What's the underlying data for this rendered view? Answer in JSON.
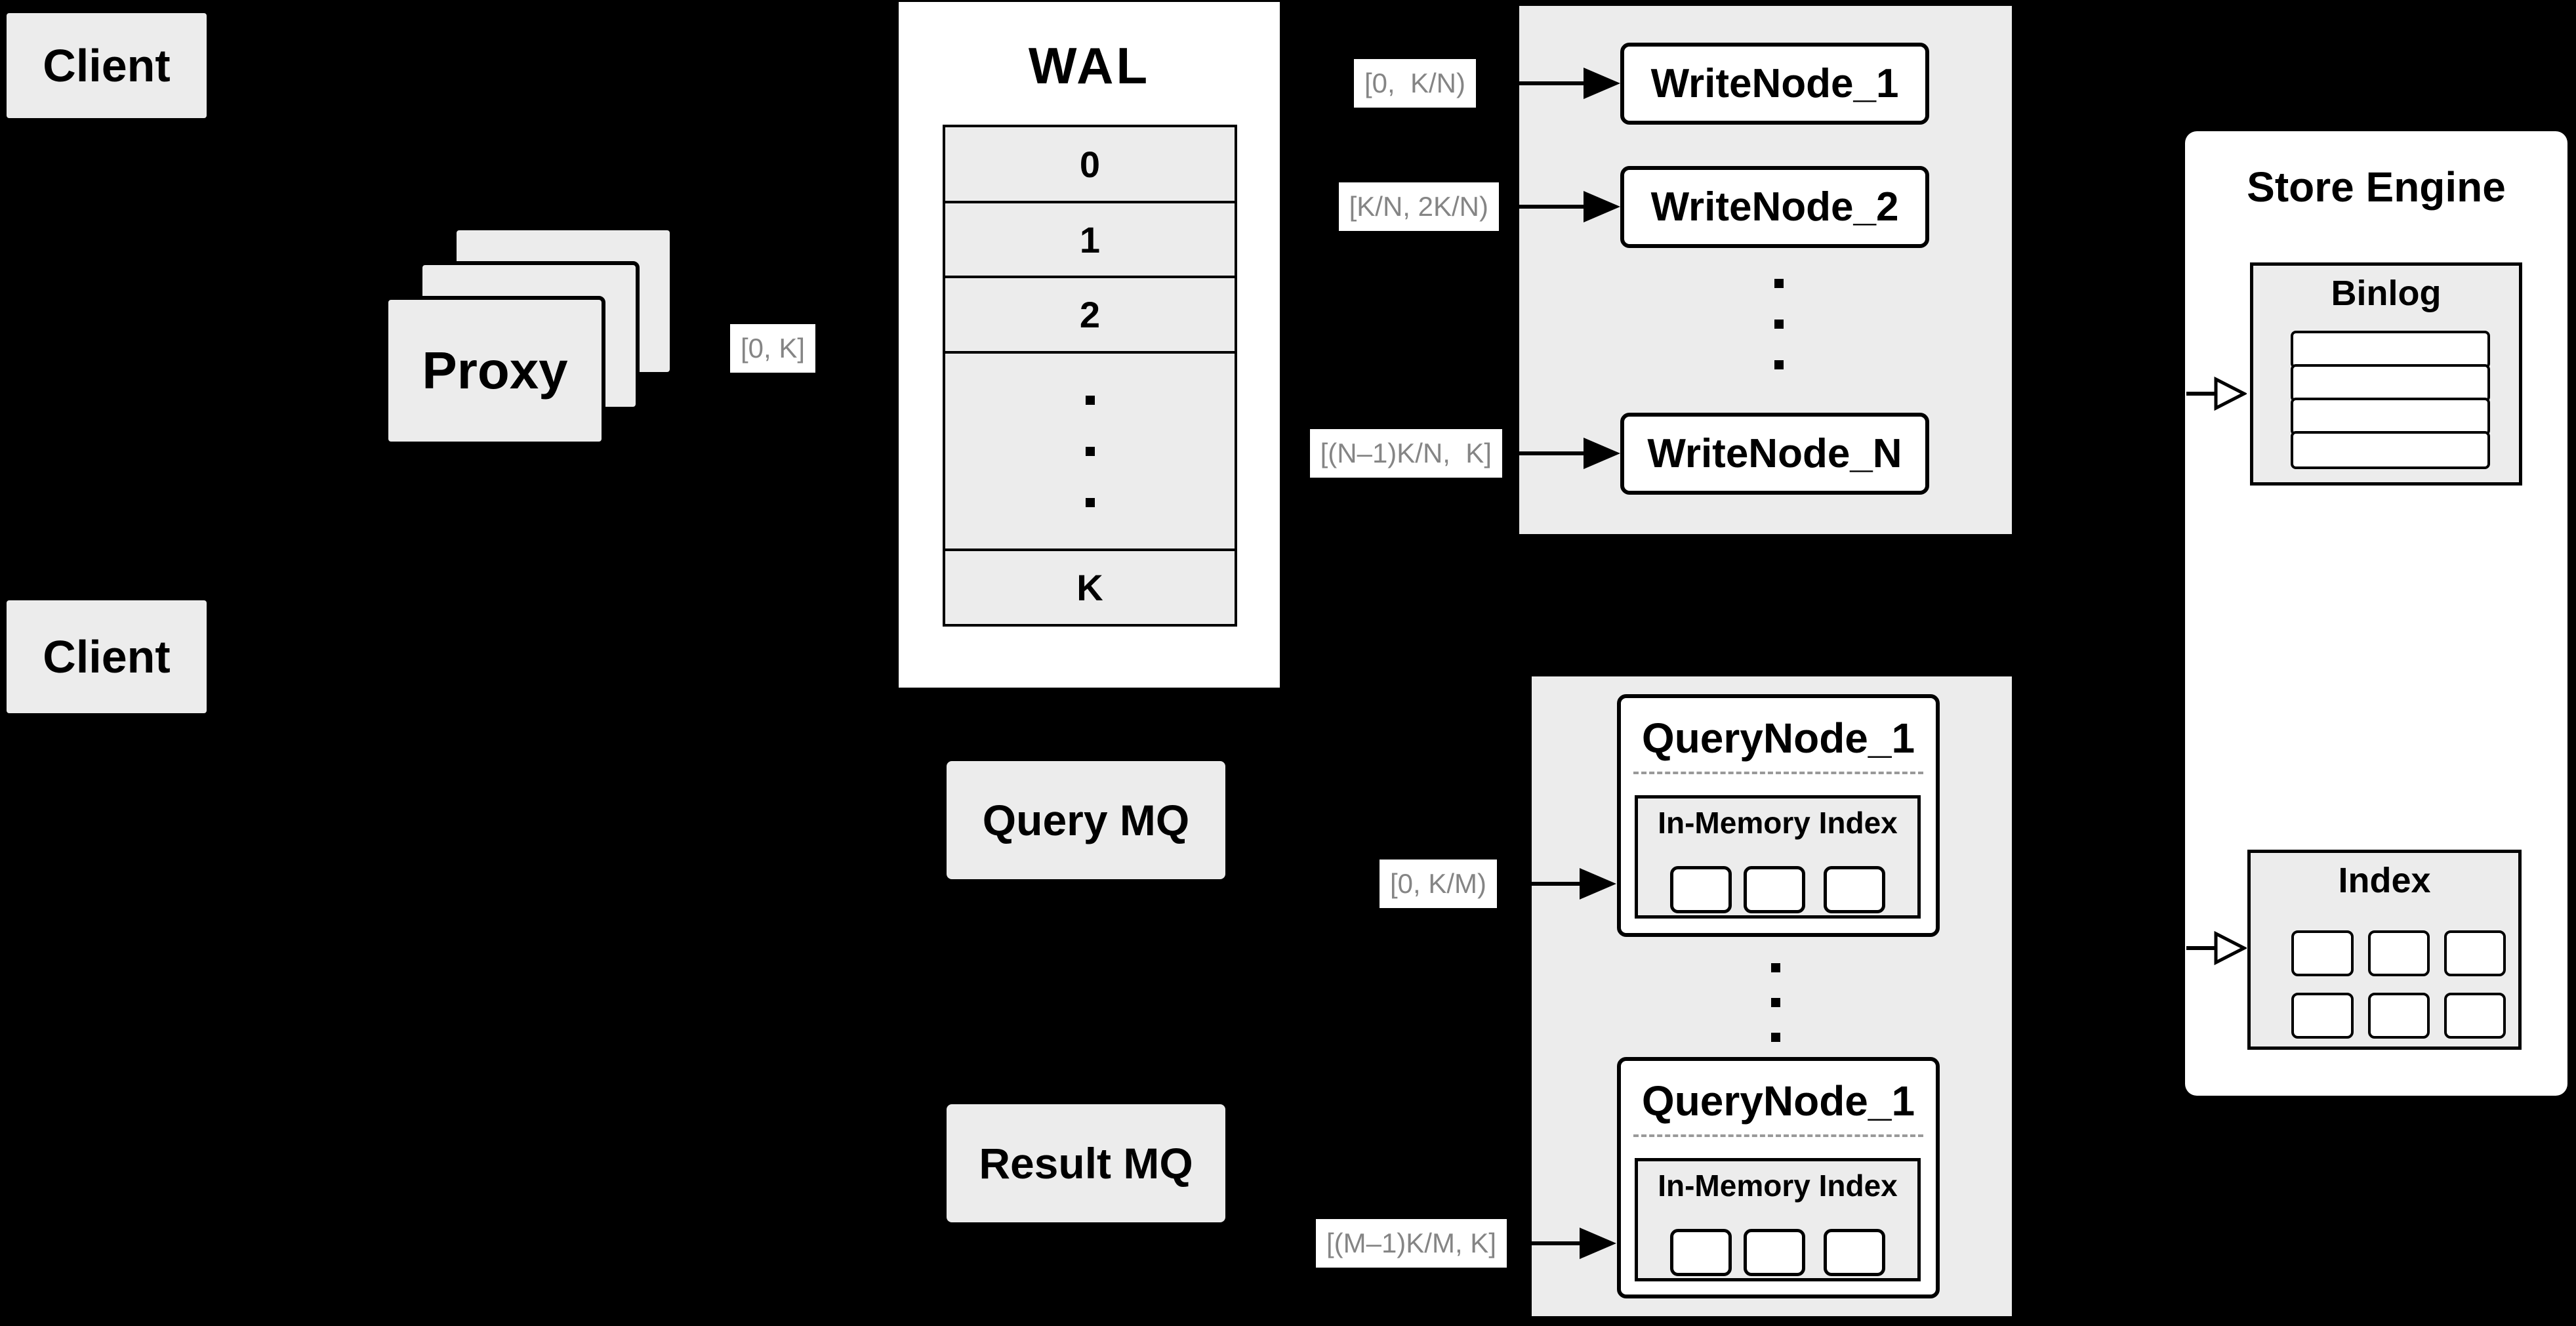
{
  "colors": {
    "background": "#000000",
    "panel_gray": "#ececec",
    "box_white": "#ffffff",
    "border": "#000000",
    "range_label_text": "#858585",
    "dashed_separator": "#999999"
  },
  "clients": {
    "top": "Client",
    "bottom": "Client"
  },
  "proxy": {
    "label": "Proxy"
  },
  "range_labels": {
    "proxy_wal": "[0, K]",
    "write_node_1": "[0,  K/N)",
    "write_node_2": "[K/N, 2K/N)",
    "write_node_n": "[(N–1)K/N,  K]",
    "query_node_1": "[0, K/M)",
    "query_node_2": "[(M–1)K/M, K]"
  },
  "wal": {
    "title": "WAL",
    "segments": [
      "0",
      "1",
      "2"
    ],
    "last_segment": "K"
  },
  "write_nodes": {
    "node_1": "WriteNode_1",
    "node_2": "WriteNode_2",
    "node_n": "WriteNode_N"
  },
  "query_nodes": {
    "node_1": {
      "title": "QueryNode_1",
      "index_label": "In-Memory Index"
    },
    "node_2": {
      "title": "QueryNode_1",
      "index_label": "In-Memory Index"
    }
  },
  "message_queues": {
    "query": "Query MQ",
    "result": "Result MQ"
  },
  "store_engine": {
    "title": "Store Engine",
    "binlog_label": "Binlog",
    "index_label": "Index"
  }
}
